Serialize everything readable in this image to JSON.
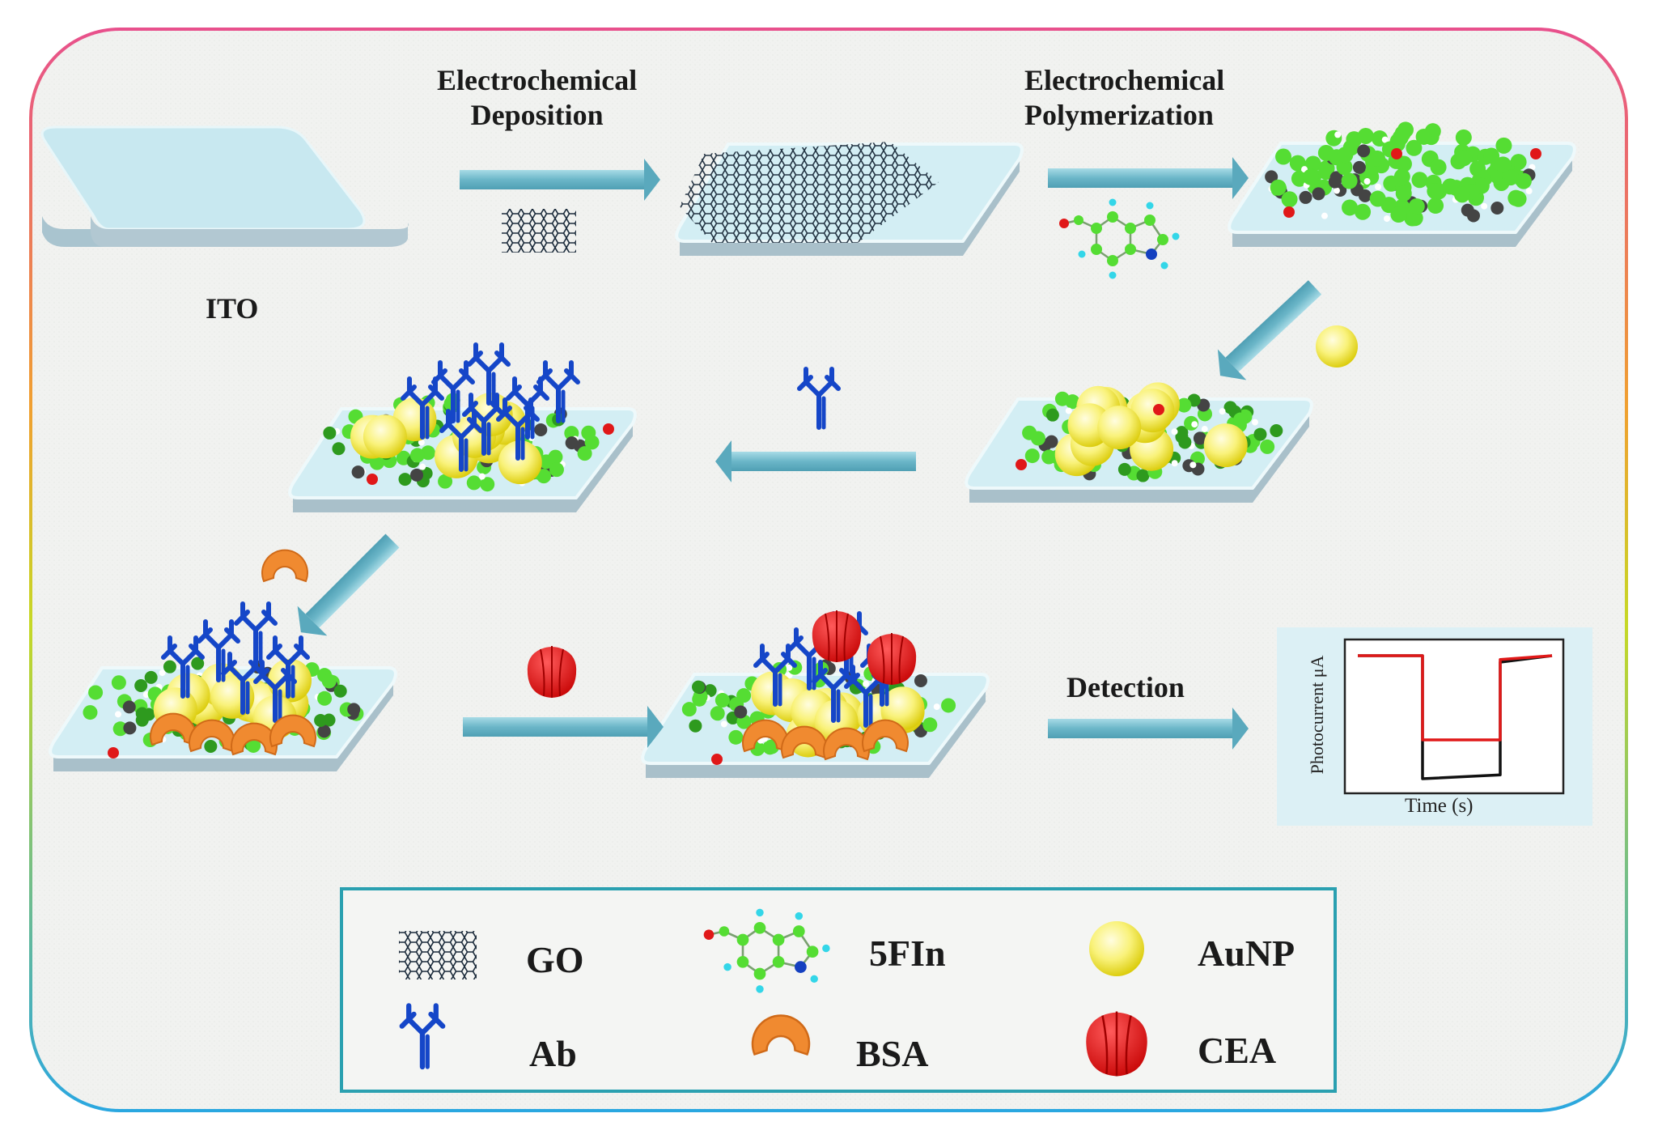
{
  "steps": {
    "ito": "ITO",
    "deposition_line1": "Electrochemical",
    "deposition_line2": "Deposition",
    "polymerization_line1": "Electrochemical",
    "polymerization_line2": "Polymerization",
    "detection": "Detection"
  },
  "legend": {
    "go": "GO",
    "fin": "5FIn",
    "aunp": "AuNP",
    "ab": "Ab",
    "bsa": "BSA",
    "cea": "CEA"
  },
  "plot": {
    "ylabel": "Photocurrent μA",
    "xlabel": "Time (s)"
  },
  "colors": {
    "frame_top": "#e8508c",
    "frame_mid": "#f5b021",
    "frame_bottom": "#2aa7e0",
    "legend_border": "#2aa0b0",
    "arrow": "#6bb6c8",
    "antibody": "#1546c8",
    "cea": "#e01818",
    "bsa": "#f08a30",
    "aunp": "#f8f070",
    "polymer_green": "#55dd33",
    "carbon": "#444444"
  },
  "chart_data": {
    "type": "line",
    "xlabel": "Time (s)",
    "ylabel": "Photocurrent μA",
    "series": [
      {
        "color": "#e01818",
        "x": [
          0,
          1,
          1,
          2.2,
          2.2,
          3
        ],
        "y": [
          1.0,
          1.0,
          0.35,
          0.35,
          0.97,
          1.0
        ]
      },
      {
        "color": "#111111",
        "x": [
          0,
          1,
          1,
          2.2,
          2.2,
          3
        ],
        "y": [
          1.0,
          1.0,
          0.05,
          0.08,
          0.95,
          1.0
        ]
      }
    ]
  }
}
